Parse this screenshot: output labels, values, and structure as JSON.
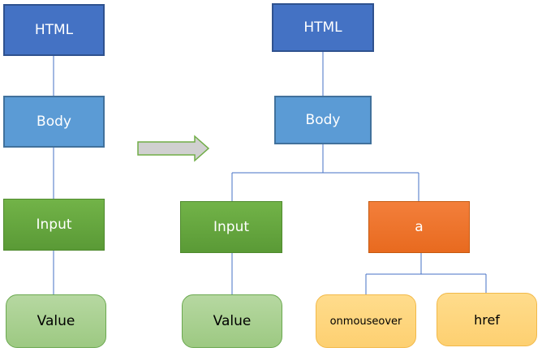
{
  "diagram": {
    "left_tree": {
      "html": "HTML",
      "body": "Body",
      "input": "Input",
      "value": "Value"
    },
    "right_tree": {
      "html": "HTML",
      "body": "Body",
      "input": "Input",
      "value": "Value",
      "anchor": "a",
      "onmouseover": "onmouseover",
      "href": "href"
    }
  },
  "colors": {
    "html_node": "#4472c4",
    "body_node": "#5b9bd5",
    "input_node": "#63a53f",
    "value_node": "#a9d18e",
    "anchor_node": "#ed7d31",
    "attribute_node": "#ffd966",
    "connector": "#4472c4",
    "arrow_fill": "#c9c9c9",
    "arrow_border": "#70ad47"
  }
}
